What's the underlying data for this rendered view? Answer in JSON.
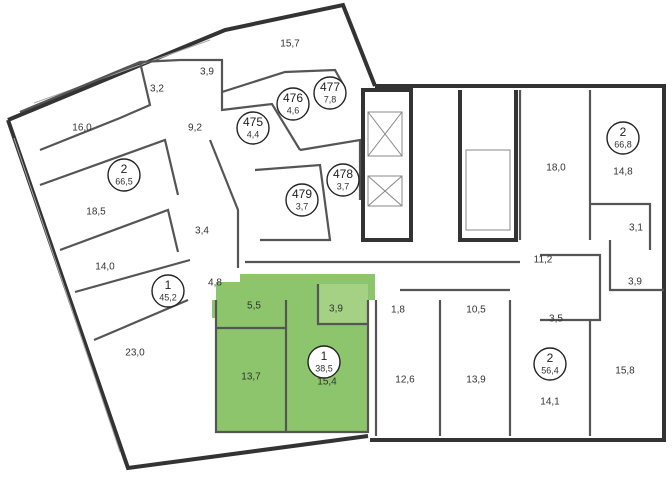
{
  "highlight_color": "#8cc56b",
  "highlight_light_color": "#a4d184",
  "rooms": [
    {
      "id": "r1",
      "text": "15,7"
    },
    {
      "id": "r2",
      "text": "3,9"
    },
    {
      "id": "r3",
      "text": "3,2"
    },
    {
      "id": "r4",
      "text": "16,0"
    },
    {
      "id": "r5",
      "text": "9,2"
    },
    {
      "id": "r6",
      "text": "18,5"
    },
    {
      "id": "r7",
      "text": "3,4"
    },
    {
      "id": "r8",
      "text": "14,0"
    },
    {
      "id": "r9",
      "text": "4,8"
    },
    {
      "id": "r10",
      "text": "23,0"
    },
    {
      "id": "r11",
      "text": "5,5"
    },
    {
      "id": "r12",
      "text": "3,9"
    },
    {
      "id": "r13",
      "text": "13,7"
    },
    {
      "id": "r14",
      "text": "15,4"
    },
    {
      "id": "r15",
      "text": "1,8"
    },
    {
      "id": "r16",
      "text": "10,5"
    },
    {
      "id": "r17",
      "text": "12,6"
    },
    {
      "id": "r18",
      "text": "13,9"
    },
    {
      "id": "r19",
      "text": "3,5"
    },
    {
      "id": "r20",
      "text": "14,1"
    },
    {
      "id": "r21",
      "text": "15,8"
    },
    {
      "id": "r22",
      "text": "18,0"
    },
    {
      "id": "r23",
      "text": "14,8"
    },
    {
      "id": "r24",
      "text": "3,1"
    },
    {
      "id": "r25",
      "text": "11,2"
    },
    {
      "id": "r26",
      "text": "3,9"
    }
  ],
  "badges": [
    {
      "id": "b1",
      "number": "477",
      "area": "7,8"
    },
    {
      "id": "b2",
      "number": "476",
      "area": "4,6"
    },
    {
      "id": "b3",
      "number": "475",
      "area": "4,4"
    },
    {
      "id": "b4",
      "number": "478",
      "area": "3,7"
    },
    {
      "id": "b5",
      "number": "479",
      "area": "3,7"
    },
    {
      "id": "b6",
      "number": "2",
      "area": "66,5"
    },
    {
      "id": "b7",
      "number": "1",
      "area": "45,2"
    },
    {
      "id": "b8",
      "number": "1",
      "area": "38,5"
    },
    {
      "id": "b9",
      "number": "2",
      "area": "56,4"
    },
    {
      "id": "b10",
      "number": "2",
      "area": "66,8"
    }
  ]
}
